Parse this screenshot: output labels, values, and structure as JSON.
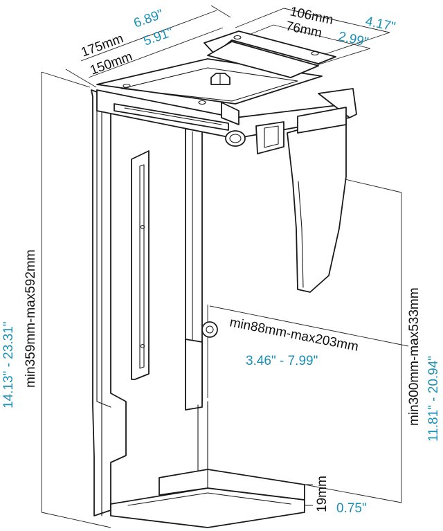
{
  "colors": {
    "metric": "#111111",
    "imperial": "#1a8fb8",
    "line": "#1a1a1a"
  },
  "dimensions": {
    "top_outer": {
      "metric": "175mm",
      "imperial": "6.89\""
    },
    "top_inner": {
      "metric": "150mm",
      "imperial": "5.91\""
    },
    "bracket_outer": {
      "metric": "106mm",
      "imperial": "4.17\""
    },
    "bracket_inner": {
      "metric": "76mm",
      "imperial": "2.99\""
    },
    "total_height": {
      "metric": "min359mm-max592mm",
      "imperial": "14.13\" - 23.31\""
    },
    "inner_height": {
      "metric": "min300mm-max533mm",
      "imperial": "11.81\" - 20.94\""
    },
    "width_range": {
      "metric": "min88mm-max203mm",
      "imperial": "3.46\" - 7.99\""
    },
    "base_lip": {
      "metric": "19mm",
      "imperial": "0.75\""
    }
  }
}
